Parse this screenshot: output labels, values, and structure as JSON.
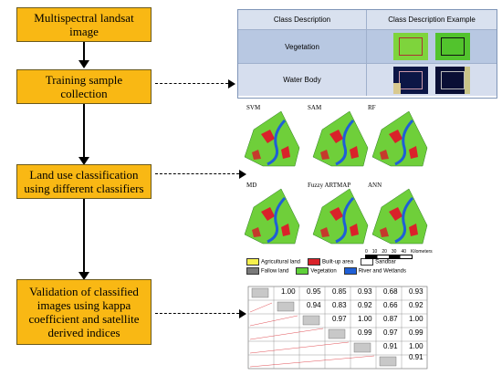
{
  "flow": {
    "step1": "Multispectral landsat image",
    "step2": "Training sample collection",
    "step3": "Land use classification using different classifiers",
    "step4": "Validation of classified images using kappa coefficient and satellite derived indices"
  },
  "class_table": {
    "header_col1": "Class Description",
    "header_col2": "Class Description Example",
    "row1": "Vegetation",
    "row2": "Water Body"
  },
  "maps": {
    "labels": [
      "SVM",
      "SAM",
      "RF",
      "MD",
      "Fuzzy ARTMAP",
      "ANN"
    ]
  },
  "legend": {
    "items": [
      "Agricultural land",
      "Built-up area",
      "Sandbar",
      "Fallow land",
      "Vegetation",
      "River and Wetlands"
    ],
    "colors": [
      "#f6f04c",
      "#d9222a",
      "#ffffff",
      "#7a7a7a",
      "#5fd13a",
      "#1f5fd6"
    ],
    "scale_ticks": [
      "0",
      "10",
      "20",
      "30",
      "40"
    ],
    "scale_unit": "Kilometers"
  },
  "matrix": {
    "values": [
      [
        "1.00",
        "0.95",
        "0.85",
        "0.93",
        "0.68",
        "0.93"
      ],
      [
        "0.94",
        "0.83",
        "0.92",
        "0.66",
        "0.92"
      ],
      [
        "0.97",
        "1.00",
        "0.87",
        "1.00"
      ],
      [
        "0.99",
        "0.97",
        "0.99"
      ],
      [
        "0.91",
        "1.00"
      ],
      [
        "0.91"
      ]
    ]
  }
}
